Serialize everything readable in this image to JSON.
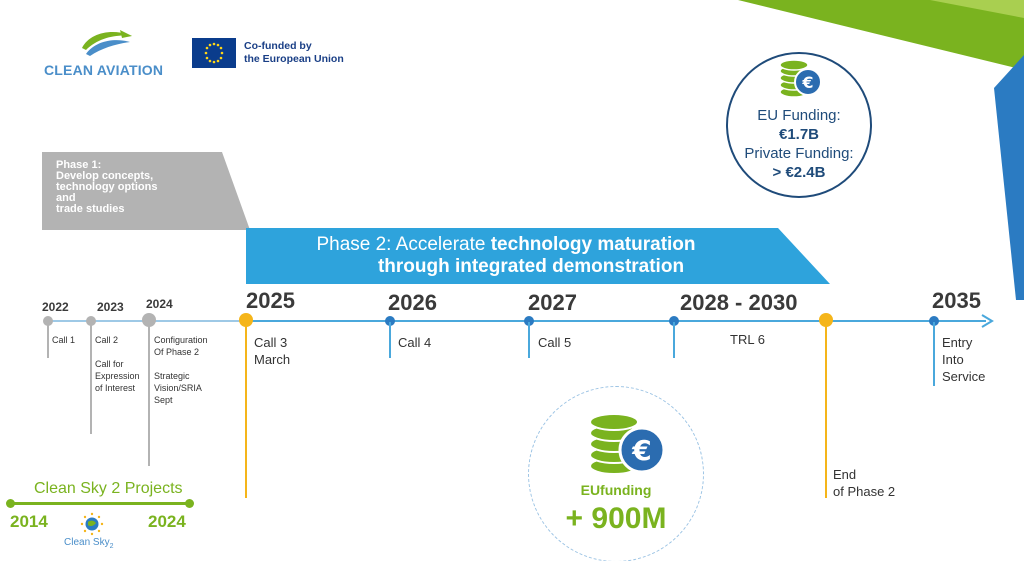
{
  "header": {
    "clean_aviation_logo": "CLEAN AVIATION",
    "eu_cofunded_line1": "Co-funded by",
    "eu_cofunded_line2": "the European Union"
  },
  "phase1": {
    "line1": "Phase 1:",
    "line2": "Develop concepts,",
    "line3": "technology options",
    "line4": "and",
    "line5": "trade studies"
  },
  "phase2": {
    "prefix": "Phase 2: Accelerate ",
    "bold1": "technology maturation",
    "bold2": "through integrated demonstration"
  },
  "funding_top": {
    "eu_label": "EU Funding:",
    "eu_value": "€1.7B",
    "private_label": "Private Funding:",
    "private_value": "> €2.4B"
  },
  "funding_bottom": {
    "label": "EUfunding",
    "value": "+ 900M"
  },
  "timeline": {
    "years": {
      "y2022": "2022",
      "y2023": "2023",
      "y2024": "2024",
      "y2025": "2025",
      "y2026": "2026",
      "y2027": "2027",
      "y2028": "2028 - 2030",
      "y2035": "2035"
    },
    "events": {
      "call1": "Call 1",
      "call2": "Call 2",
      "call_expr_1": "Call for",
      "call_expr_2": "Expression",
      "call_expr_3": "of Interest",
      "config_1": "Configuration",
      "config_2": "Of Phase 2",
      "strat_1": "Strategic",
      "strat_2": "Vision/SRIA",
      "strat_3": "Sept",
      "call3_1": "Call 3",
      "call3_2": "March",
      "call4": "Call 4",
      "call5": "Call 5",
      "trl6": "TRL 6",
      "end_1": "End",
      "end_2": "of Phase 2",
      "entry_1": "Entry",
      "entry_2": "Into",
      "entry_3": "Service"
    }
  },
  "clean_sky": {
    "title": "Clean Sky 2 Projects",
    "start": "2014",
    "end": "2024",
    "logo_text": "Clean Sky",
    "logo_sub": "2"
  },
  "colors": {
    "blue": "#2ea3dc",
    "line_blue": "#4aa8dc",
    "yellow": "#f5b51a",
    "green": "#7ab31f",
    "gray": "#b3b3b3",
    "dark_blue": "#1f4b7a"
  }
}
